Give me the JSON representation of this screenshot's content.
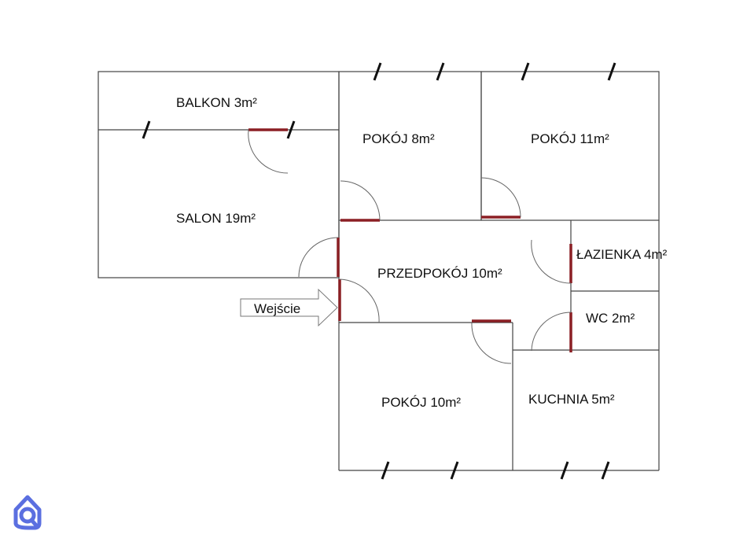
{
  "rooms": {
    "balkon": "BALKON 3m²",
    "salon": "SALON 19m²",
    "pokoj8": "POKÓJ 8m²",
    "pokoj11": "POKÓJ 11m²",
    "przedpokoj": "PRZEDPOKÓJ 10m²",
    "lazienka": "ŁAZIENKA 4m²",
    "wc": "WC 2m²",
    "pokoj10": "POKÓJ 10m²",
    "kuchnia": "KUCHNIA 5m²"
  },
  "entrance_label": "Wejście",
  "colors": {
    "door": "#8b1f24",
    "wall": "#444444",
    "logo": "#5b6fe0"
  }
}
